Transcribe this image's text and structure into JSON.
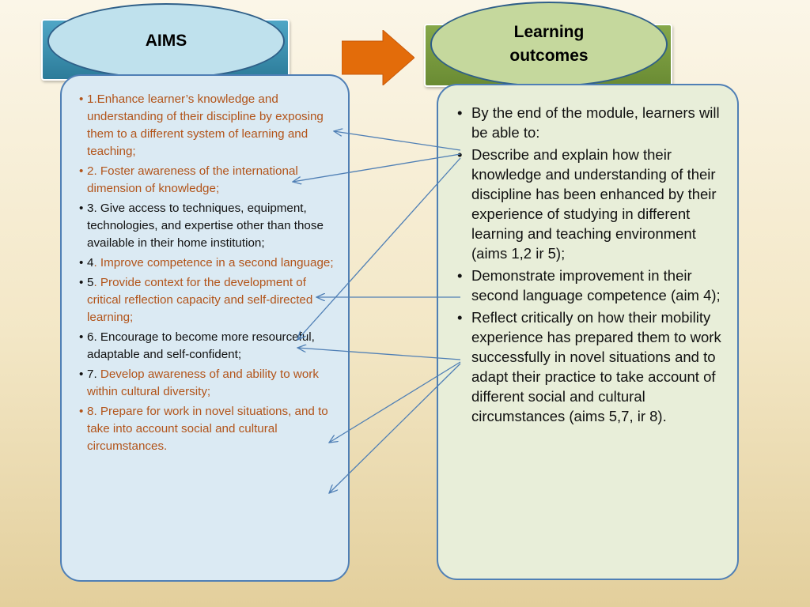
{
  "header": {
    "aims_title": "AIMS",
    "outcomes_title_line1": "Learning",
    "outcomes_title_line2": "outcomes"
  },
  "aims": [
    {
      "num": "",
      "text": "1.Enhance learner’s knowledge and understanding of their discipline by exposing them to a different system of learning and teaching;",
      "style": "orange"
    },
    {
      "num": "",
      "text": "2. Foster awareness of the international dimension of knowledge;",
      "style": "orange"
    },
    {
      "num": "",
      "text": "3. Give access to techniques, equipment, technologies, and expertise other than those available in their home institution;",
      "style": "black"
    },
    {
      "num": "4",
      "text": ". Improve competence in a second language;",
      "style": "mixed"
    },
    {
      "num": "5",
      "text": ". Provide context for the development of critical reflection capacity and self-directed learning;",
      "style": "mixed"
    },
    {
      "num": "",
      "text": "6. Encourage to become more resourceful, adaptable and self-confident;",
      "style": "black"
    },
    {
      "num": "7.",
      "text": " Develop awareness of and ability to work within cultural diversity;",
      "style": "mixed"
    },
    {
      "num": "",
      "text": "8. Prepare for work in novel situations, and to take into account social and cultural circumstances.",
      "style": "orange"
    }
  ],
  "outcomes": [
    "By the end of the module, learners will be  able to:",
    "Describe and explain how their knowledge and understanding of their discipline has been enhanced by their experience of studying in different learning and teaching environment  (aims 1,2 ir 5);",
    "Demonstrate improvement in their second language competence (aim 4);",
    "Reflect critically on how their mobility experience has prepared them to work  successfully in novel situations and to adapt their practice to take account of different social and cultural circumstances (aims 5,7, ir 8)."
  ],
  "colors": {
    "aims_banner": "#2c7b99",
    "aims_ellipse": "#bfe1ed",
    "outcomes_banner": "#6a8b33",
    "outcomes_ellipse": "#c5d89d",
    "arrow": "#e36c0a",
    "panel_border": "#4f7fb5",
    "connector": "#4f7fb5",
    "aim_highlight_text": "#b2541a"
  }
}
